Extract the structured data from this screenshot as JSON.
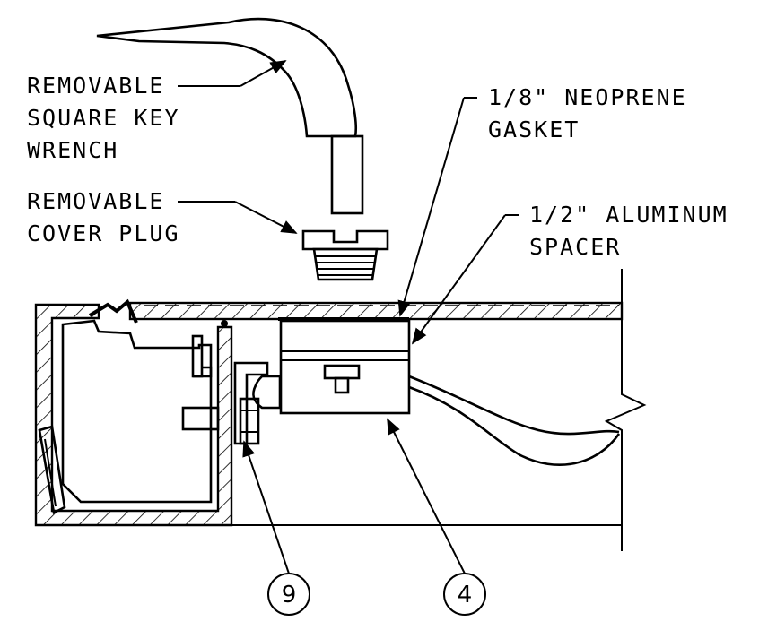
{
  "callouts": {
    "wrench": [
      "REMOVABLE",
      "SQUARE KEY",
      "WRENCH"
    ],
    "plug": [
      "REMOVABLE",
      "COVER PLUG"
    ],
    "gasket": [
      "1/8\" NEOPRENE",
      "GASKET"
    ],
    "spacer": [
      "1/2\" ALUMINUM",
      "SPACER"
    ]
  },
  "item_numbers": {
    "left": "9",
    "right": "4"
  }
}
